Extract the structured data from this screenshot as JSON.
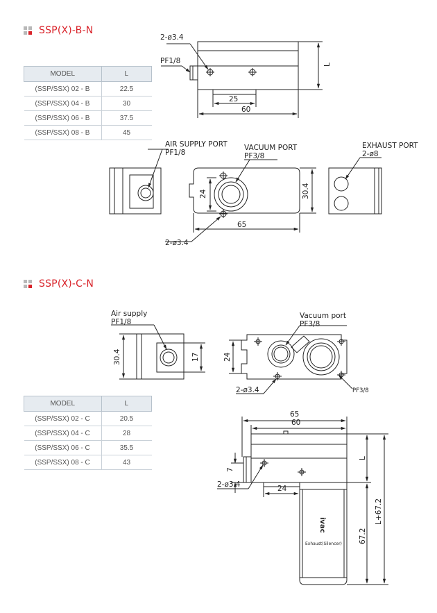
{
  "sections": {
    "b": {
      "title": "SSP(X)-B-N"
    },
    "c": {
      "title": "SSP(X)-C-N"
    }
  },
  "table_b": {
    "headers": [
      "MODEL",
      "L"
    ],
    "rows": [
      [
        "(SSP/SSX) 02 - B",
        "22.5"
      ],
      [
        "(SSP/SSX) 04 - B",
        "30"
      ],
      [
        "(SSP/SSX) 06 - B",
        "37.5"
      ],
      [
        "(SSP/SSX) 08 - B",
        "45"
      ]
    ]
  },
  "table_c": {
    "headers": [
      "MODEL",
      "L"
    ],
    "rows": [
      [
        "(SSP/SSX) 02 - C",
        "20.5"
      ],
      [
        "(SSP/SSX) 04 - C",
        "28"
      ],
      [
        "(SSP/SSX) 06 - C",
        "35.5"
      ],
      [
        "(SSP/SSX) 08 - C",
        "43"
      ]
    ]
  },
  "drawing_b": {
    "top": {
      "holes": "2-ø3.4",
      "port": "PF1/8",
      "l": "L",
      "d25": "25",
      "d60": "60"
    },
    "front": {
      "air_supply": "AIR SUPPLY PORT",
      "air_supply_thread": "PF1/8",
      "vacuum": "VACUUM PORT",
      "vacuum_thread": "PF3/8",
      "d24": "24",
      "d30": "30.4",
      "d65": "65",
      "holes": "2-ø3.4"
    },
    "exhaust": {
      "label": "EXHAUST PORT",
      "holes": "2-ø8"
    }
  },
  "drawing_c": {
    "side": {
      "air": "Air supply",
      "air_thread": "PF1/8",
      "d30": "30.4",
      "d17": "17"
    },
    "front": {
      "vacuum": "Vacuum port",
      "vacuum_thread": "PF3/8",
      "d24": "24",
      "holes": "2-ø3.4",
      "right_port": "PF3/8"
    },
    "bottom": {
      "d65": "65",
      "d60": "60",
      "l": "L",
      "d7": "7",
      "holes": "2-ø3.4",
      "d24": "24",
      "d67": "67.2",
      "lsum": "L+67.2",
      "brand": "ivac",
      "silencer": "Exhaust(Silencer)"
    }
  }
}
